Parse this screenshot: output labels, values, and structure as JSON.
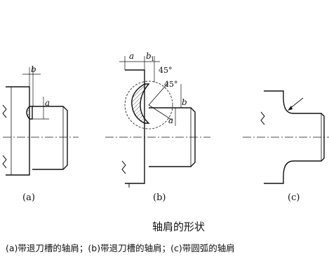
{
  "panels": {
    "a": {
      "label": "(a)",
      "dim_b": "b",
      "dim_a": "a"
    },
    "b": {
      "label": "(b)",
      "dim_a_top": "a",
      "dim_b_top": "b",
      "dim_b_sub": "1",
      "angle_1": "45°",
      "angle_2": "45°",
      "dim_b_side": "b",
      "dim_a_side": "a"
    },
    "c": {
      "label": "(c)"
    }
  },
  "caption": {
    "title": "轴肩的形状",
    "description": "(a)带退刀槽的轴肩；(b)带退刀槽的轴肩；(c)带圆弧的轴肩"
  },
  "colors": {
    "ink": "#111111",
    "hatch": "#555555",
    "background": "#ffffff"
  }
}
